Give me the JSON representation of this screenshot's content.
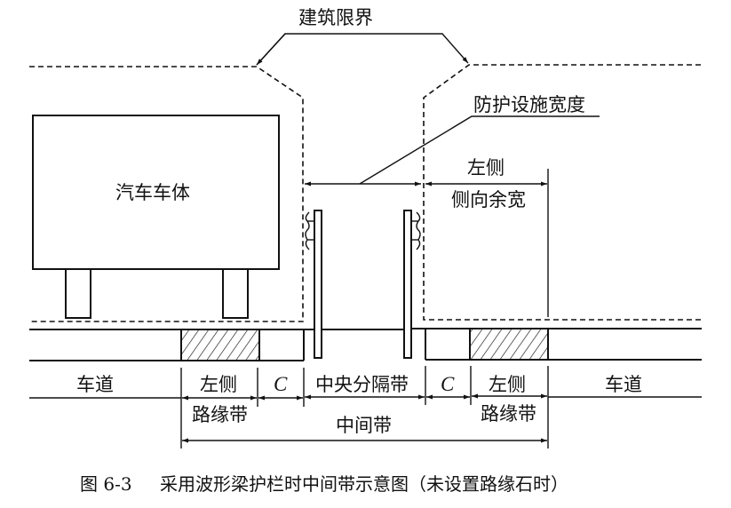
{
  "labels": {
    "building_clearance": "建筑限界",
    "barrier_width": "防护设施宽度",
    "car_body": "汽车车体",
    "left_lateral_line1": "左侧",
    "left_lateral_line2": "侧向余宽",
    "lane_left": "车道",
    "lane_right": "车道",
    "left_edge_strip_line1_left": "左侧",
    "left_edge_strip_line2_left": "路缘带",
    "c_left": "C",
    "central_divider": "中央分隔带",
    "c_right": "C",
    "left_edge_strip_line1_right": "左侧",
    "left_edge_strip_line2_right": "路缘带",
    "median": "中间带"
  },
  "caption": {
    "figure_number": "图 6-3",
    "text": "采用波形梁护栏时中间带示意图（未设置路缘石时）"
  },
  "colors": {
    "ink": "#111111",
    "background": "#ffffff"
  }
}
